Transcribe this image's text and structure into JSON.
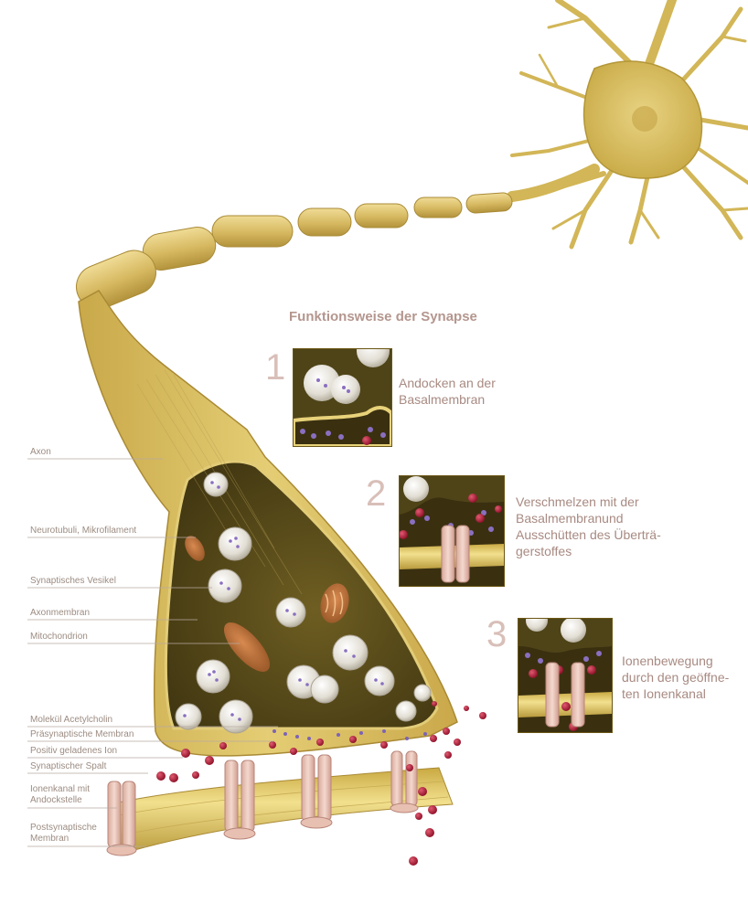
{
  "title": "Funktionsweise der Synapse",
  "labels": {
    "axon": "Axon",
    "neurotubuli": "Neurotubuli, Mikrofilament",
    "vesikel": "Synaptisches Vesikel",
    "axonmembran": "Axonmembran",
    "mitochondrion": "Mitochondrion",
    "acetylcholin": "Molekül Acetylcholin",
    "praesynaptisch": "Präsynaptische Membran",
    "ion": "Positiv geladenes Ion",
    "spalt": "Synaptischer Spalt",
    "ionenkanal_1": "Ionenkanal mit",
    "ionenkanal_2": "Andockstelle",
    "postsynaptisch_1": "Postsynaptische",
    "postsynaptisch_2": "Membran"
  },
  "steps": [
    {
      "number": "1",
      "lines": [
        "Andocken an der",
        "Basalmembran"
      ]
    },
    {
      "number": "2",
      "lines": [
        "Verschmelzen mit der",
        "Basalmembranund",
        "Ausschütten des Überträ-",
        "gerstoffes"
      ]
    },
    {
      "number": "3",
      "lines": [
        "Ionenbewegung",
        "durch den geöffne-",
        "ten Ionenkanal"
      ]
    }
  ],
  "colors": {
    "axon": "#d9bf5c",
    "cytoplasm": "#5a4c18",
    "membrane": "#e8d27a",
    "vesicle": "#ece8e0",
    "neurotransmitter": "#8a6fc0",
    "ion": "#b01835",
    "channel": "#e8c4b8",
    "text": "#9c8c82",
    "title": "#b4968e",
    "step_number": "#d8bfb8"
  }
}
